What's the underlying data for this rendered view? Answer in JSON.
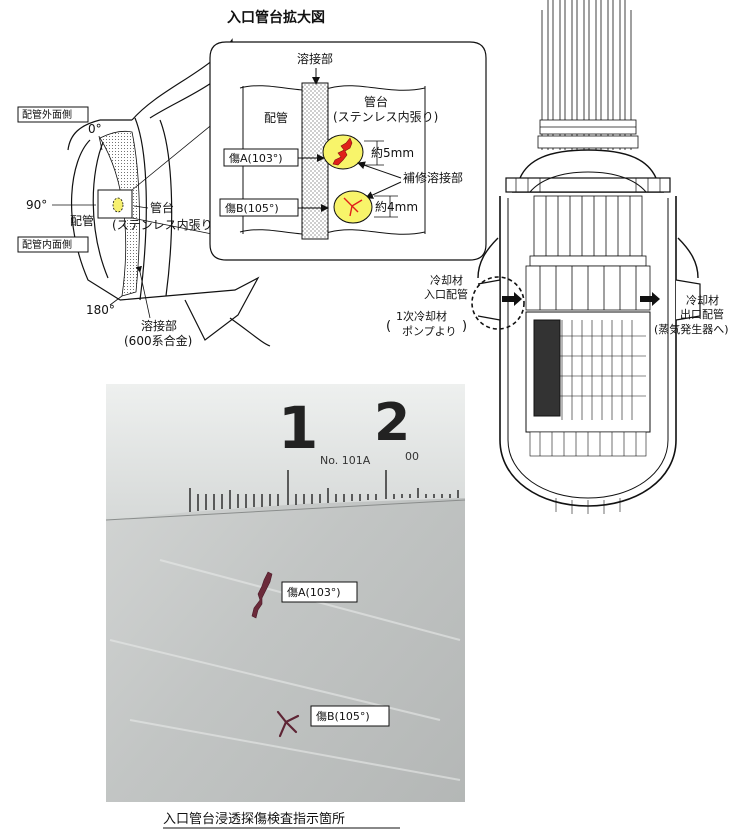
{
  "diagram": {
    "enlarged_title": "入口管台拡大図",
    "photo_caption": "入口管台浸透探傷検査指示箇所",
    "left": {
      "outer_side_label": "配管外面側",
      "inner_side_label": "配管内面側",
      "angle_0": "0°",
      "angle_90": "90°",
      "angle_180": "180°",
      "pipe_label": "配管",
      "nozzle_label": "管台",
      "nozzle_lining": "(ステンレス内張り)",
      "weld_label": "溶接部",
      "weld_material": "(600系合金)"
    },
    "detail": {
      "weld_label": "溶接部",
      "pipe_label": "配管",
      "nozzle_label": "管台",
      "nozzle_lining": "(ステンレス内張り)",
      "flaw_a": "傷A(103°)",
      "flaw_b": "傷B(105°)",
      "size_a": "約5mm",
      "size_b": "約4mm",
      "repair_weld": "補修溶接部"
    },
    "vessel": {
      "inlet_line1": "冷却材",
      "inlet_line2": "入口配管",
      "inlet_line3": "1次冷却材",
      "inlet_line4": "ポンプより",
      "outlet_line1": "冷却材",
      "outlet_line2": "出口配管",
      "outlet_line3": "(蒸気発生器へ)"
    },
    "photo": {
      "ruler_digit_1": "1",
      "ruler_digit_2": "2",
      "ruler_model": "No. 101A",
      "ruler_code": "00",
      "flaw_a": "傷A(103°)",
      "flaw_b": "傷B(105°)"
    }
  }
}
